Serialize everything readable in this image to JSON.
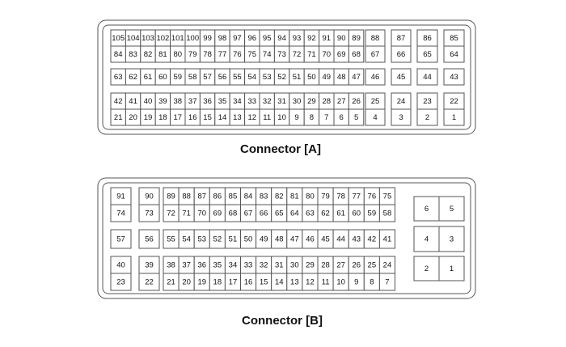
{
  "connectors": [
    {
      "title": "Connector [A]",
      "blocks": [
        {
          "rows": [
            [
              "105",
              "104",
              "103",
              "102",
              "101",
              "100",
              "99",
              "98",
              "97",
              "96",
              "95",
              "94",
              "93",
              "92",
              "91",
              "90",
              "89"
            ],
            [
              "84",
              "83",
              "82",
              "81",
              "80",
              "79",
              "78",
              "77",
              "76",
              "75",
              "74",
              "73",
              "72",
              "71",
              "70",
              "69",
              "68"
            ]
          ]
        },
        {
          "rows": [
            [
              "63",
              "62",
              "61",
              "60",
              "59",
              "58",
              "57",
              "56",
              "55",
              "54",
              "53",
              "52",
              "51",
              "50",
              "49",
              "48",
              "47"
            ]
          ]
        },
        {
          "rows": [
            [
              "42",
              "41",
              "40",
              "39",
              "38",
              "37",
              "36",
              "35",
              "34",
              "33",
              "32",
              "31",
              "30",
              "29",
              "28",
              "27",
              "26"
            ],
            [
              "21",
              "20",
              "19",
              "18",
              "17",
              "16",
              "15",
              "14",
              "13",
              "12",
              "11",
              "10",
              "9",
              "8",
              "7",
              "6",
              "5"
            ]
          ]
        },
        {
          "rows": [
            [
              "88"
            ],
            [
              "67"
            ]
          ]
        },
        {
          "rows": [
            [
              "87"
            ],
            [
              "66"
            ]
          ]
        },
        {
          "rows": [
            [
              "86"
            ],
            [
              "65"
            ]
          ]
        },
        {
          "rows": [
            [
              "85"
            ],
            [
              "64"
            ]
          ]
        },
        {
          "rows": [
            [
              "46"
            ]
          ]
        },
        {
          "rows": [
            [
              "45"
            ]
          ]
        },
        {
          "rows": [
            [
              "44"
            ]
          ]
        },
        {
          "rows": [
            [
              "43"
            ]
          ]
        },
        {
          "rows": [
            [
              "25"
            ],
            [
              "4"
            ]
          ]
        },
        {
          "rows": [
            [
              "24"
            ],
            [
              "3"
            ]
          ]
        },
        {
          "rows": [
            [
              "23"
            ],
            [
              "2"
            ]
          ]
        },
        {
          "rows": [
            [
              "22"
            ],
            [
              "1"
            ]
          ]
        }
      ]
    },
    {
      "title": "Connector [B]",
      "blocks": [
        {
          "rows": [
            [
              "91"
            ],
            [
              "74"
            ]
          ]
        },
        {
          "rows": [
            [
              "90"
            ],
            [
              "73"
            ]
          ]
        },
        {
          "rows": [
            [
              "89",
              "88",
              "87",
              "86",
              "85",
              "84",
              "83",
              "82",
              "81",
              "80",
              "79",
              "78",
              "77",
              "76",
              "75"
            ],
            [
              "72",
              "71",
              "70",
              "69",
              "68",
              "67",
              "66",
              "65",
              "64",
              "63",
              "62",
              "61",
              "60",
              "59",
              "58"
            ]
          ]
        },
        {
          "rows": [
            [
              "57"
            ]
          ]
        },
        {
          "rows": [
            [
              "56"
            ]
          ]
        },
        {
          "rows": [
            [
              "55",
              "54",
              "53",
              "52",
              "51",
              "50",
              "49",
              "48",
              "47",
              "46",
              "45",
              "44",
              "43",
              "42",
              "41"
            ]
          ]
        },
        {
          "rows": [
            [
              "40"
            ],
            [
              "23"
            ]
          ]
        },
        {
          "rows": [
            [
              "39"
            ],
            [
              "22"
            ]
          ]
        },
        {
          "rows": [
            [
              "38",
              "37",
              "36",
              "35",
              "34",
              "33",
              "32",
              "31",
              "30",
              "29",
              "28",
              "27",
              "26",
              "25",
              "24"
            ],
            [
              "21",
              "20",
              "19",
              "18",
              "17",
              "16",
              "15",
              "14",
              "13",
              "12",
              "11",
              "10",
              "9",
              "8",
              "7"
            ]
          ]
        },
        {
          "rows": [
            [
              "6",
              "5"
            ]
          ]
        },
        {
          "rows": [
            [
              "4",
              "3"
            ]
          ]
        },
        {
          "rows": [
            [
              "2",
              "1"
            ]
          ]
        }
      ]
    }
  ]
}
